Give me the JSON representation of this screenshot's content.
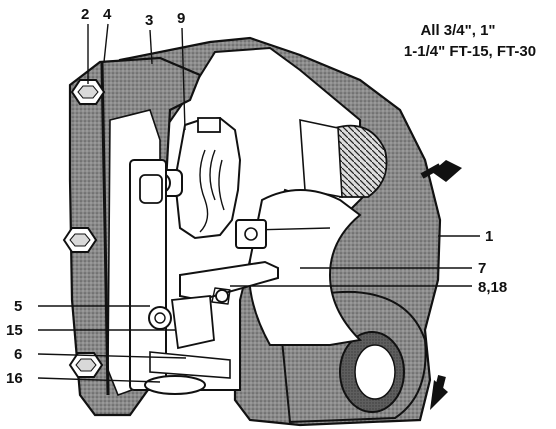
{
  "title_lines": [
    "All 3/4\", 1\"",
    "1-1/4\" FT-15, FT-30"
  ],
  "callouts": {
    "c2": "2",
    "c4": "4",
    "c3": "3",
    "c9": "9",
    "c1": "1",
    "c7": "7",
    "c818": "8,18",
    "c5": "5",
    "c15": "15",
    "c6": "6",
    "c16": "16"
  },
  "icons": [
    "flow-in-arrow",
    "flow-out-arrow"
  ],
  "colors": {
    "ink": "#111111",
    "casting_shade": "#7a7a7a",
    "cut_face": "#ffffff"
  }
}
